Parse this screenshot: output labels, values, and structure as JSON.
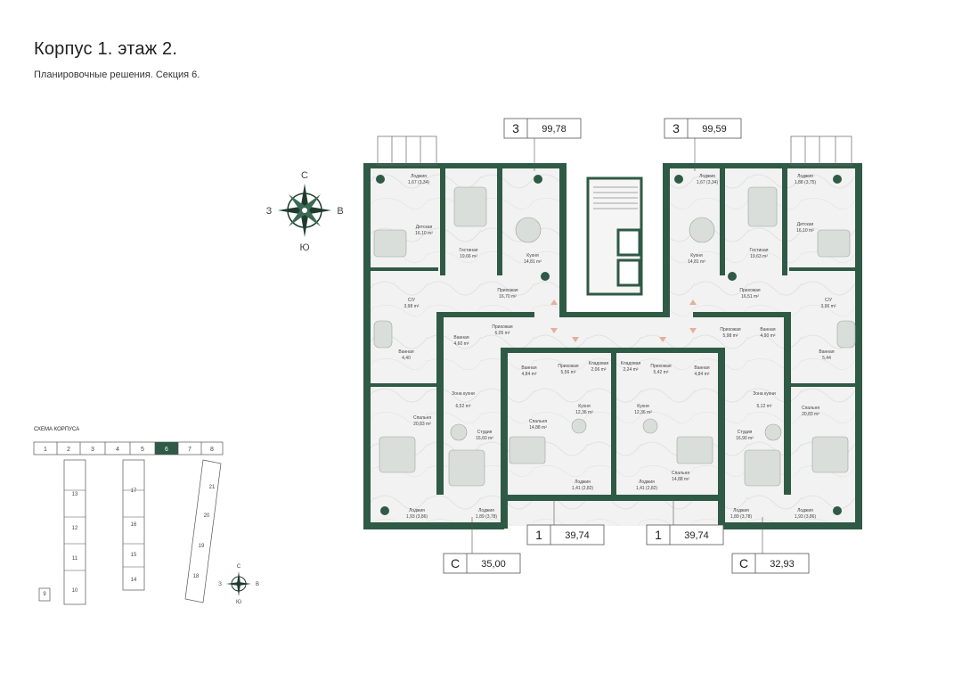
{
  "header": {
    "title": "Корпус 1. этаж 2.",
    "subtitle": "Планировочные решения. Секция 6."
  },
  "compass": {
    "n": "С",
    "s": "Ю",
    "w": "З",
    "e": "В"
  },
  "colors": {
    "wall": "#2f5a45",
    "wall_dark": "#264a39",
    "floor_light": "#eeeeee",
    "marble": "#f1f1f1",
    "accent_furniture": "#cfd6d2",
    "arrow": "#e2b19b"
  },
  "apartment_tags": [
    {
      "type": "3",
      "area": "99,78"
    },
    {
      "type": "3",
      "area": "99,59"
    },
    {
      "type": "C",
      "area": "35,00"
    },
    {
      "type": "1",
      "area": "39,74"
    },
    {
      "type": "1",
      "area": "39,74"
    },
    {
      "type": "C",
      "area": "32,93"
    }
  ],
  "rooms": {
    "r1": "Лоджия",
    "r1a": "1,67 (3,34)",
    "r2": "Детская",
    "r2a": "16,10 m²",
    "r3": "Гостиная",
    "r3a": "19,66 m²",
    "r4": "Кухня",
    "r4a": "14,81 m²",
    "r5": "Прихожая",
    "r5a": "16,70 m²",
    "r6": "С/У",
    "r6a": "3,98 m²",
    "r7": "Ванная",
    "r7a": "4,40",
    "r8": "Спальня",
    "r8a": "20,83 m²",
    "r9": "Ванная",
    "r9a": "4,60 m²",
    "r10": "Прихожая",
    "r10a": "6,05 m²",
    "r11": "Зона кухни",
    "r11a": "6,52 m²",
    "r12": "Студия",
    "r12a": "16,60 m²",
    "r13": "Лоджия",
    "r13a": "1,93 (3,86)",
    "r14": "Лоджия",
    "r14a": "1,89 (3,78)",
    "r15": "Ванная",
    "r15a": "4,84 m²",
    "r16": "Прихожая",
    "r16a": "5,56 m²",
    "r17": "Кладовая",
    "r17a": "2,06 m²",
    "r18": "Кухня",
    "r18a": "12,36 m²",
    "r19": "Спальня",
    "r19a": "14,88 m²",
    "r20": "Лоджия",
    "r20a": "1,41 (2,82)",
    "r21": "Кладовая",
    "r21a": "2,24 m²",
    "r22": "Прихожая",
    "r22a": "5,42 m²",
    "r23": "Ванная",
    "r23a": "4,84 m²",
    "r24": "Кухня",
    "r24a": "12,36 m²",
    "r25": "Спальня",
    "r25a": "14,88 m²",
    "r26": "Лоджия",
    "r26a": "1,41 (2,82)",
    "r27": "Лоджия",
    "r27a": "1,67 (3,34)",
    "r28": "Гостиная",
    "r28a": "19,63 m²",
    "r29": "Кухня",
    "r29a": "14,81 m²",
    "r30": "Детская",
    "r30a": "16,10 m²",
    "r31": "Лоджия",
    "r31a": "1,88 (3,75)",
    "r32": "Прихожая",
    "r32a": "16,51 m²",
    "r33": "С/У",
    "r33a": "3,96 m²",
    "r34": "Прихожая",
    "r34a": "5,98 m²",
    "r35": "Ванная",
    "r35a": "4,90 m²",
    "r36": "Ванная",
    "r36a": "5,44",
    "r37": "Зона кухни",
    "r37a": "5,12 m²",
    "r38": "Спальня",
    "r38a": "20,83 m²",
    "r39": "Студия",
    "r39a": "16,90 m²",
    "r40": "Лоджия",
    "r40a": "1,89 (3,78)",
    "r41": "Лоджия",
    "r41a": "1,93 (3,86)"
  },
  "scheme": {
    "title": "СХЕМА КОРПУСА",
    "active_section": "6",
    "top_sections": [
      "1",
      "2",
      "3",
      "4",
      "5",
      "6",
      "7",
      "8"
    ],
    "left_column": [
      "13",
      "12",
      "11",
      "10",
      "9"
    ],
    "middle_column": [
      "17",
      "16",
      "15",
      "14"
    ],
    "right_column": [
      "21",
      "20",
      "19",
      "18"
    ]
  }
}
